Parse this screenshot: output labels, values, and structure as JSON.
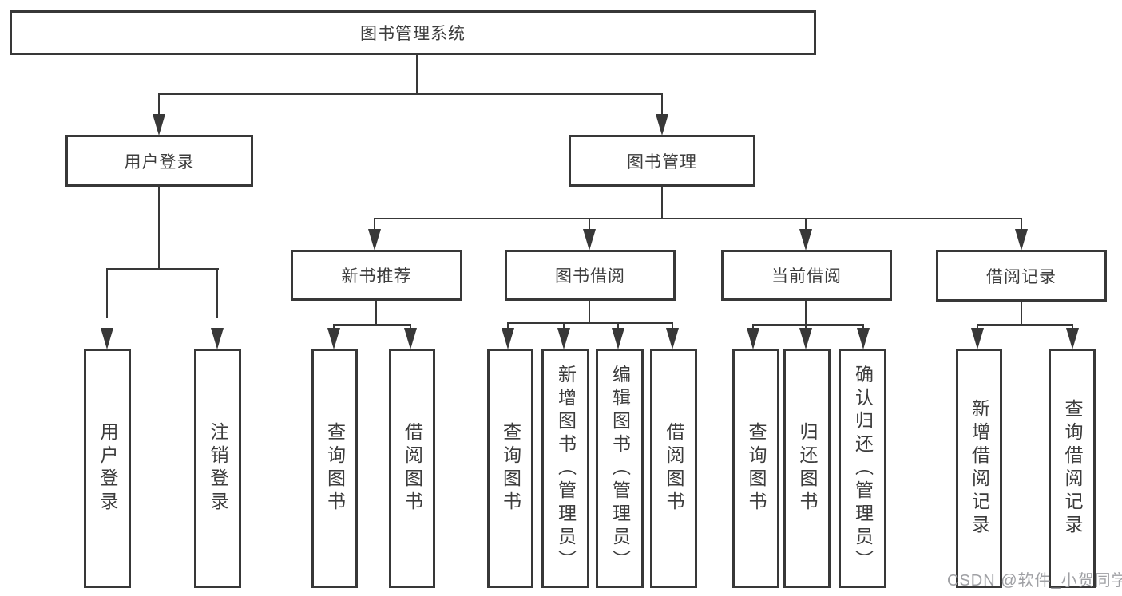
{
  "diagram": {
    "type": "hierarchy-flowchart",
    "root": {
      "label": "图书管理系统"
    },
    "level2": [
      {
        "label": "用户登录",
        "children": [
          "用户登录",
          "注销登录"
        ]
      },
      {
        "label": "图书管理"
      }
    ],
    "level3": [
      {
        "label": "新书推荐",
        "children": [
          "查询图书",
          "借阅图书"
        ]
      },
      {
        "label": "图书借阅",
        "children": [
          "查询图书",
          "新增图书（管理员）",
          "编辑图书（管理员）",
          "借阅图书"
        ]
      },
      {
        "label": "当前借阅",
        "children": [
          "查询图书",
          "归还图书",
          "确认归还（管理员）"
        ]
      },
      {
        "label": "借阅记录",
        "children": [
          "新增借阅记录",
          "查询借阅记录"
        ]
      }
    ]
  },
  "watermark": {
    "text": "CSDN @软件_小贺同学",
    "color": "#9fa0a4"
  },
  "colors": {
    "line": "#383838",
    "text": "#3c3c3c",
    "background": "#ffffff"
  }
}
